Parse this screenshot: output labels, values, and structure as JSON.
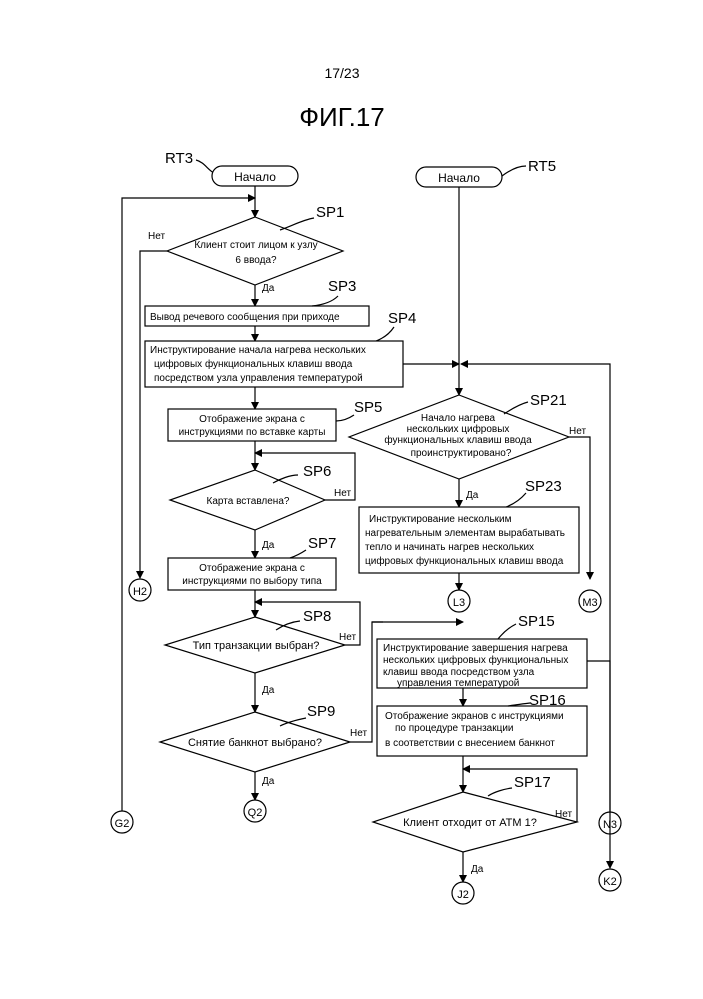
{
  "page_number": "17/23",
  "figure_title": "ФИГ.17",
  "routines": {
    "rt3": "RT3",
    "rt5": "RT5"
  },
  "terminals": {
    "start_left": "Начало",
    "start_right": "Начало"
  },
  "steps": {
    "sp1": {
      "id": "SP1",
      "line1": "Клиент стоит лицом к узлу",
      "line2": "6 ввода?"
    },
    "sp3": {
      "id": "SP3",
      "line1": "Вывод речевого сообщения при приходе"
    },
    "sp4": {
      "id": "SP4",
      "line1": "Инструктирование начала нагрева нескольких",
      "line2": "цифровых функциональных клавиш ввода",
      "line3": "посредством узла управления температурой"
    },
    "sp5": {
      "id": "SP5",
      "line1": "Отображение экрана с",
      "line2": "инструкциями по вставке карты"
    },
    "sp6": {
      "id": "SP6",
      "line1": "Карта вставлена?"
    },
    "sp7": {
      "id": "SP7",
      "line1": "Отображение экрана с",
      "line2": "инструкциями по выбору типа"
    },
    "sp8": {
      "id": "SP8",
      "line1": "Тип транзакции выбран?"
    },
    "sp9": {
      "id": "SP9",
      "line1": "Снятие банкнот выбрано?"
    },
    "sp21": {
      "id": "SP21",
      "line1": "Начало нагрева",
      "line2": "нескольких цифровых",
      "line3": "функциональных клавиш ввода",
      "line4": "проинструктировано?"
    },
    "sp23": {
      "id": "SP23",
      "line1": "Инструктирование нескольким",
      "line2": "нагревательным элементам вырабатывать",
      "line3": "тепло и начинать нагрев нескольких",
      "line4": "цифровых функциональных клавиш ввода"
    },
    "sp15": {
      "id": "SP15",
      "line1": "Инструктирование завершения нагрева",
      "line2": "нескольких цифровых функциональных",
      "line3": "клавиш ввода посредством узла",
      "line4": "управления температурой"
    },
    "sp16": {
      "id": "SP16",
      "line1": "Отображение экранов с инструкциями",
      "line2": "по процедуре транзакции",
      "line3": "в соответствии с внесением банкнот"
    },
    "sp17": {
      "id": "SP17",
      "line1": "Клиент отходит от АТМ 1?"
    }
  },
  "labels": {
    "yes": "Да",
    "no": "Нет"
  },
  "connectors": {
    "h2": "H2",
    "g2": "G2",
    "q2": "Q2",
    "l3": "L3",
    "m3": "M3",
    "n3": "N3",
    "j2": "J2",
    "k2": "K2"
  }
}
